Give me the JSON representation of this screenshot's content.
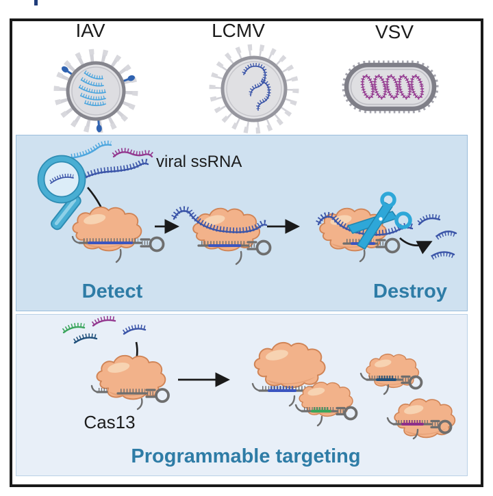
{
  "figure": {
    "viruses": [
      {
        "label": "IAV"
      },
      {
        "label": "LCMV"
      },
      {
        "label": "VSV"
      }
    ],
    "detect_panel": {
      "rna_label": "viral ssRNA",
      "detect_label": "Detect",
      "destroy_label": "Destroy"
    },
    "program_panel": {
      "protein_label": "Cas13",
      "caption": "Programmable targeting"
    }
  },
  "colors": {
    "ink": "#1a1a1a",
    "teal_text": "#2e7ca6",
    "top_mark": "#1f3d7a",
    "outer_border": "#191919",
    "panel_detect_bg": "#cfe1f0",
    "panel_detect_border": "#99bcda",
    "panel_program_bg": "#e8eff8",
    "panel_program_border": "#b9d0e6",
    "protein_fill": "#f2b28a",
    "protein_stroke": "#d08456",
    "protein_highlight": "#f8d8b8",
    "protein_shade": "#dd9368",
    "crrna_gray": "#6e6e6e",
    "rna_blue": "#3b55a8",
    "rna_lightblue": "#4da6de",
    "rna_purple": "#93388f",
    "rna_green": "#3aa55c",
    "rna_navy": "#1f4f7a",
    "spacer_blue": "#3b55c0",
    "spacer_green": "#3aa55c",
    "spacer_navy": "#1f4f7a",
    "spacer_purple": "#8e2f8a",
    "mag_teal": "#49aed3",
    "scissors_teal": "#2ea7d8",
    "virus_blue": "#2f62b0"
  }
}
